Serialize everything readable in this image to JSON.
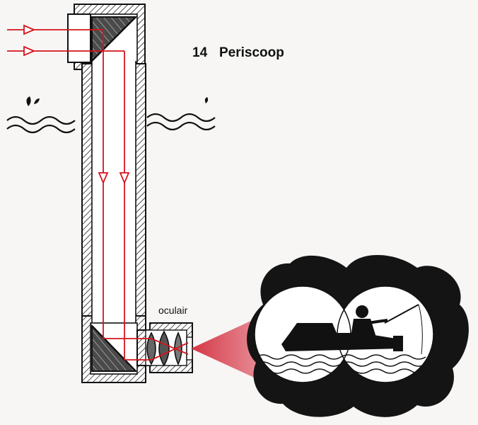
{
  "figure": {
    "number": "14",
    "title": "Periscoop",
    "eyepiece_label": "oculair"
  },
  "colors": {
    "background": "#f7f6f4",
    "ink": "#111111",
    "light_ray": "#d4141d",
    "view_cone": "#e07a84",
    "hatch": "#222222",
    "prism_fill": "#555555"
  },
  "icons": {
    "upper_prism": "prism-icon",
    "lower_prism": "prism-icon",
    "eyepiece": "lens-icon",
    "view": "fisherman-in-boat-icon",
    "water": "wave-icon"
  }
}
